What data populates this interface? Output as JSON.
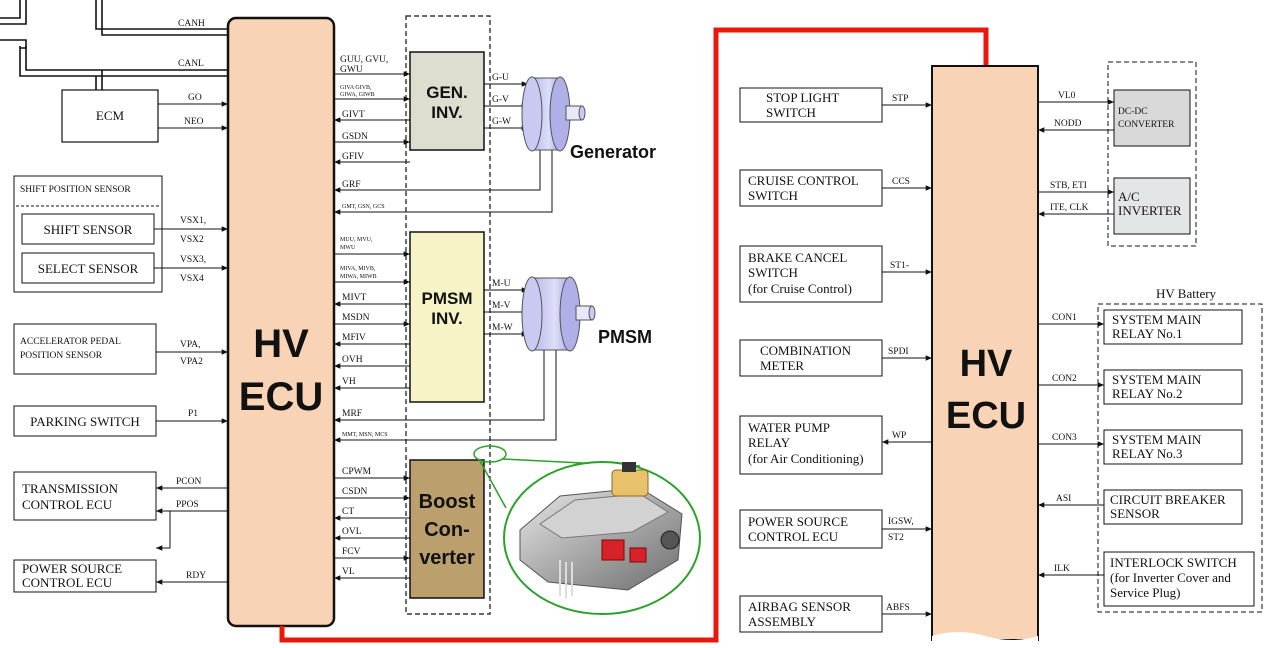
{
  "colors": {
    "ecu": "#f8d3b6",
    "gen_inv": "#deded0",
    "pmsm_inv": "#f6f4c6",
    "boost": "#bb9f6c",
    "motor": "#c9c9f2",
    "arrow": "#e8180c",
    "converter_box": "#d9d9d9",
    "ac_box": "#e2e6e6"
  },
  "left": {
    "ecu": {
      "line1": "HV",
      "line2": "ECU"
    },
    "bus": {
      "canh": "CANH",
      "canl": "CANL"
    },
    "ecm": {
      "label": "ECM",
      "sig1": "GO",
      "sig2": "NEO"
    },
    "shift": {
      "title": "SHIFT POSITION SENSOR",
      "shift_sensor": "SHIFT SENSOR",
      "select_sensor": "SELECT SENSOR",
      "vsx1": "VSX1,",
      "vsx2": "VSX2",
      "vsx3": "VSX3,",
      "vsx4": "VSX4"
    },
    "accel": {
      "line1": "ACCELERATOR PEDAL",
      "line2": "POSITION SENSOR",
      "sig1": "VPA,",
      "sig2": "VPA2"
    },
    "parking": {
      "label": "PARKING SWITCH",
      "sig": "P1"
    },
    "tcu": {
      "line1": "TRANSMISSION",
      "line2": "CONTROL ECU",
      "sig1": "PCON",
      "sig2": "PPOS"
    },
    "psecu": {
      "line1": "POWER SOURCE",
      "line2": "CONTROL ECU",
      "sig": "RDY"
    },
    "gen_inv": {
      "line1": "GEN.",
      "line2": "INV."
    },
    "pmsm_inv": {
      "line1": "PMSM",
      "line2": "INV."
    },
    "boost": {
      "line1": "Boost",
      "line2": "Con-",
      "line3": "verter"
    },
    "generator_label": "Generator",
    "pmsm_label": "PMSM",
    "gen_signals": {
      "guu1": "GUU, GVU,",
      "guu2": "GWU",
      "giva1": "GIVA GIVB,",
      "giva2": "GIWA, GIWB",
      "givt": "GIVT",
      "gsdn": "GSDN",
      "gfiv": "GFIV",
      "grf": "GRF",
      "gmt": "GMT, GSN, GCS"
    },
    "gen_phases": [
      "G-U",
      "G-V",
      "G-W"
    ],
    "pmsm_signals": {
      "muu1": "MUU, MVU,",
      "muu2": "MWU",
      "miva1": "MIVA, MIVB,",
      "miva2": "MIWA, MIWB",
      "mivt": "MIVT",
      "msdn": "MSDN",
      "mfiv": "MFIV",
      "ovh": "OVH",
      "vh": "VH",
      "mrf": "MRF",
      "mmt": "MMT, MSN, MCS"
    },
    "pmsm_phases": [
      "M-U",
      "M-V",
      "M-W"
    ],
    "boost_signals": [
      "CPWM",
      "CSDN",
      "CT",
      "OVL",
      "FCV",
      "VL"
    ]
  },
  "right": {
    "ecu": {
      "line1": "HV",
      "line2": "ECU"
    },
    "stop": {
      "line1": "STOP LIGHT",
      "line2": "SWITCH",
      "sig": "STP"
    },
    "cruise": {
      "line1": "CRUISE CONTROL",
      "line2": "SWITCH",
      "sig": "CCS"
    },
    "brake": {
      "line1": "BRAKE CANCEL",
      "line2": "SWITCH",
      "line3": "(for Cruise Control)",
      "sig": "ST1-"
    },
    "combo": {
      "line1": "COMBINATION",
      "line2": "METER",
      "sig": "SPDI"
    },
    "pump": {
      "line1": "WATER PUMP",
      "line2": "RELAY",
      "line3": "(for Air Conditioning)",
      "sig": "WP"
    },
    "psecu": {
      "line1": "POWER SOURCE",
      "line2": "CONTROL ECU",
      "sig1": "IGSW,",
      "sig2": "ST2"
    },
    "airbag": {
      "line1": "AIRBAG SENSOR",
      "line2": "ASSEMBLY",
      "sig": "ABFS"
    },
    "dcdc": {
      "line1": "DC-DC",
      "line2": "CONVERTER",
      "sig1": "VL0",
      "sig2": "NODD"
    },
    "ac": {
      "line1": "A/C",
      "line2": "INVERTER",
      "sig1": "STB, ETI",
      "sig2": "ITE, CLK"
    },
    "battery_title": "HV Battery",
    "smr1": {
      "line1": "SYSTEM MAIN",
      "line2": "RELAY No.1",
      "sig": "CON1"
    },
    "smr2": {
      "line1": "SYSTEM MAIN",
      "line2": "RELAY No.2",
      "sig": "CON2"
    },
    "smr3": {
      "line1": "SYSTEM MAIN",
      "line2": "RELAY No.3",
      "sig": "CON3"
    },
    "breaker": {
      "line1": "CIRCUIT BREAKER",
      "line2": "SENSOR",
      "sig": "ASI"
    },
    "interlock": {
      "line1": "INTERLOCK SWITCH",
      "line2": "(for Inverter Cover and",
      "line3": "Service Plug)",
      "sig": "ILK"
    }
  }
}
